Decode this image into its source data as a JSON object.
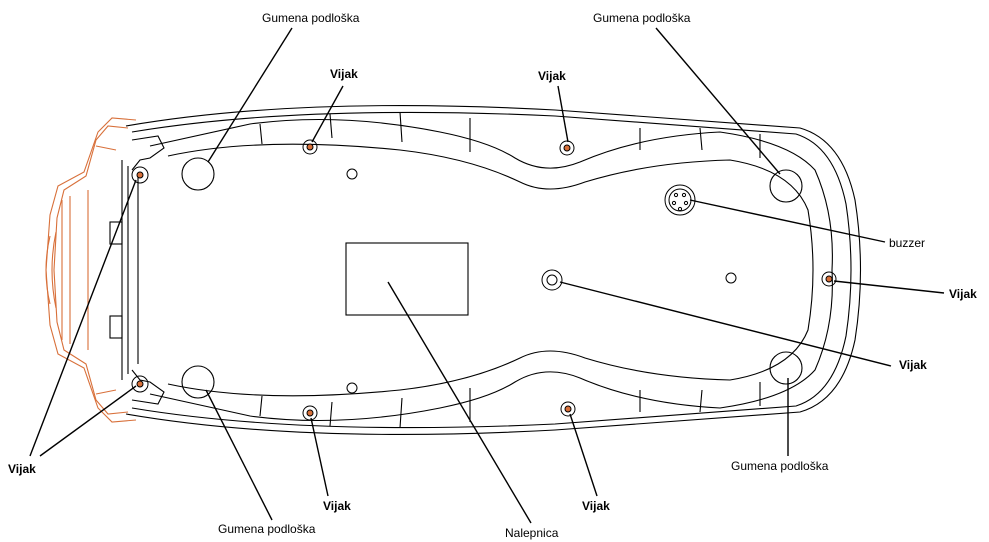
{
  "labels": {
    "rubber_pad": "Gumena podloška",
    "screw": "Vijak",
    "buzzer": "buzzer",
    "sticker": "Nalepnica"
  },
  "colors": {
    "outline": "#000000",
    "front_bumper": "#d8703a",
    "screw_accent": "#d8703a",
    "background": "#ffffff"
  }
}
